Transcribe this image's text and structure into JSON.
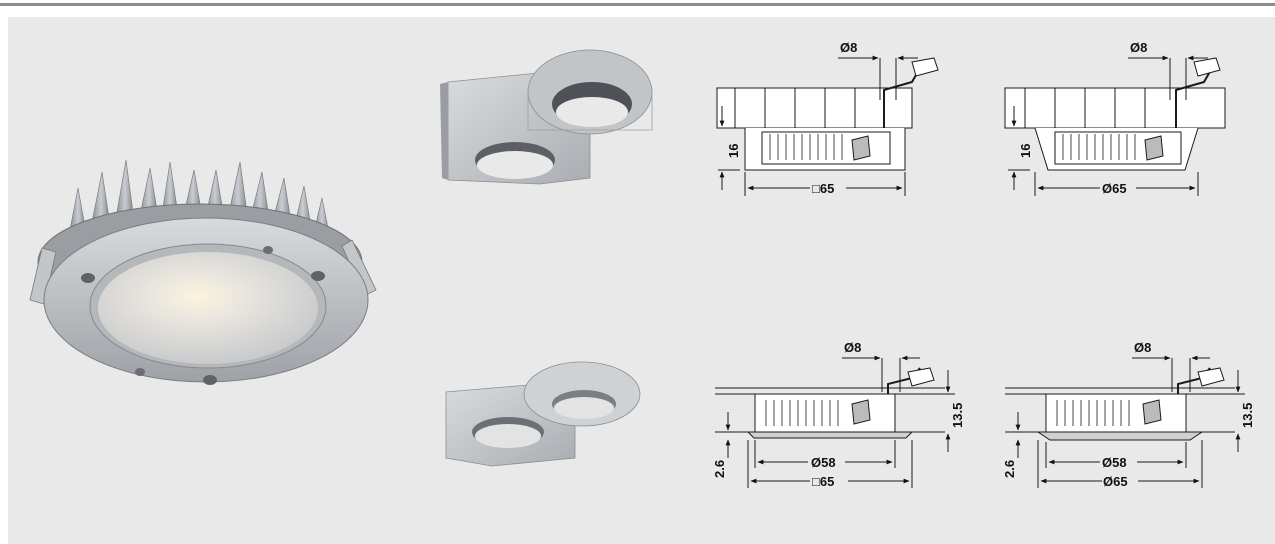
{
  "colors": {
    "panel_background": "#e9e9e9",
    "top_rule": "#8c8c8c",
    "drawing_line": "#1a1a1a",
    "housing_fill": "#ffffff",
    "metal_silver": "#b8bcc0"
  },
  "product_photo": {
    "icon": "led-downlight-photo"
  },
  "variants": [
    {
      "id": "square-surface",
      "icon": "square-surface-cover-icon",
      "hole_diameter_label": "Ø8",
      "height_label": "16",
      "width_label": "□65"
    },
    {
      "id": "round-surface",
      "icon": "round-surface-cover-icon",
      "hole_diameter_label": "Ø8",
      "height_label": "16",
      "width_label": "Ø65"
    },
    {
      "id": "square-recessed",
      "icon": "square-recessed-cover-icon",
      "hole_diameter_label": "Ø8",
      "depth_label": "13.5",
      "flange_label": "2.6",
      "cutout_label": "Ø58",
      "width_label": "□65"
    },
    {
      "id": "round-recessed",
      "icon": "round-recessed-cover-icon",
      "hole_diameter_label": "Ø8",
      "depth_label": "13.5",
      "flange_label": "2.6",
      "cutout_label": "Ø58",
      "width_label": "Ø65"
    }
  ]
}
